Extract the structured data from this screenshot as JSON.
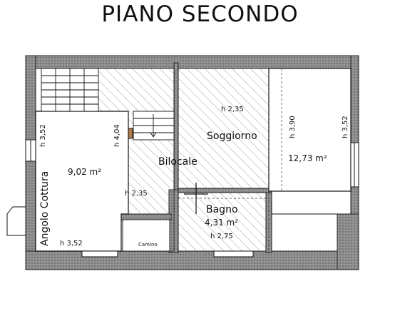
{
  "title": "PIANO SECONDO",
  "rooms": {
    "soggiorno": {
      "name": "Soggiorno",
      "height": "h 2,35"
    },
    "bilocale": {
      "name": "Bilocale",
      "height": "h 2,35"
    },
    "bagno": {
      "name": "Bagno",
      "area": "4,31 m²",
      "height": "h 2,75"
    },
    "angolo_cottura": {
      "name": "Angolo Cottura",
      "area": "9,02 m²",
      "height_left": "h 3,52",
      "height_bottom": "h 3,52",
      "height_stair": "h 4,04"
    },
    "camera": {
      "area": "12,73 m²",
      "height_mid": "h 3,90",
      "height_right": "h 3,52"
    },
    "camino": "Camino"
  },
  "colors": {
    "wall": "#8a8a8a",
    "wall_dot": "#5a5a5a",
    "line": "#111111",
    "hatch": "#777777"
  }
}
